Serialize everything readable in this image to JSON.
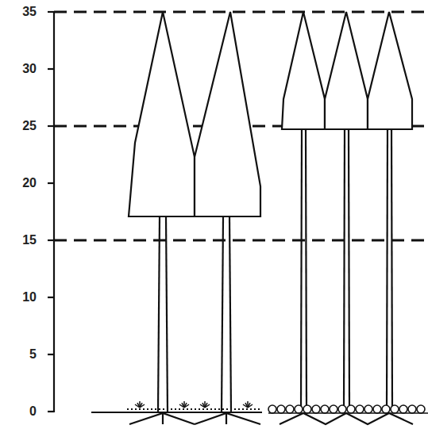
{
  "diagram": {
    "labels": [
      "35",
      "30",
      "25",
      "20",
      "15",
      "10",
      "5",
      "0"
    ]
  }
}
